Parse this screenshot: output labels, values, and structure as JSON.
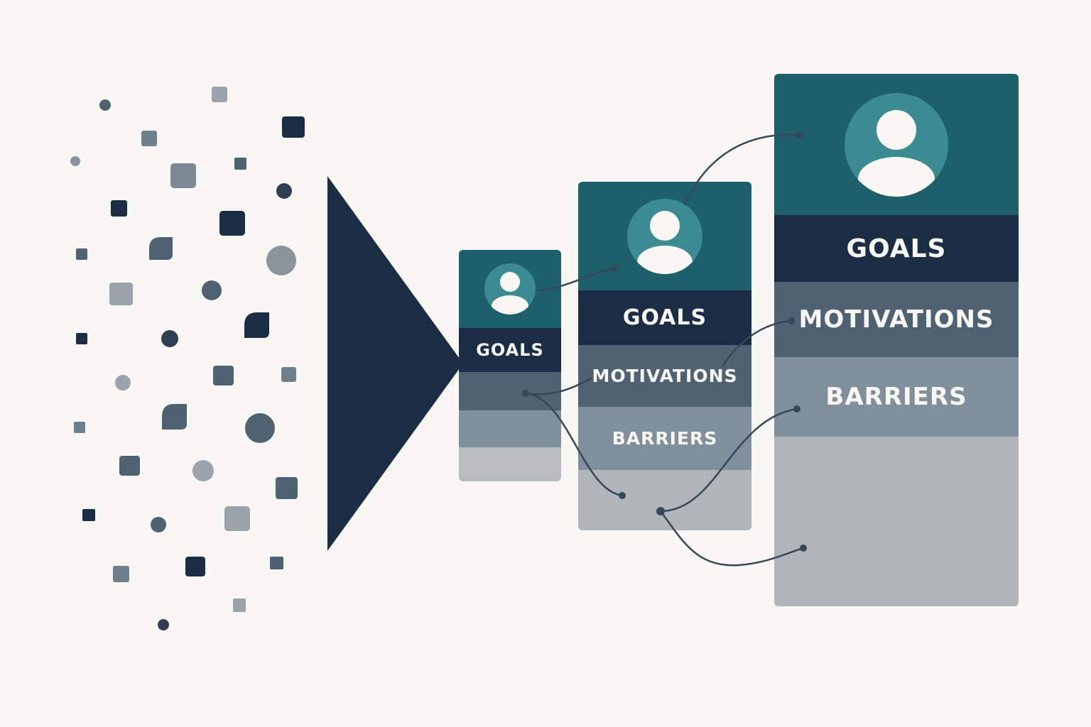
{
  "colors": {
    "background": "#f8f7f4",
    "navy": "#1b2c45",
    "teal": "#1d6069",
    "teal_light": "#3a8c91",
    "slate": "#4e6272",
    "grey": "#7f909c",
    "grey_light": "#b0b5b9"
  },
  "cards": [
    {
      "name": "persona-card-small",
      "icon": "user-avatar-icon",
      "goals": "GOALS",
      "motivations": "",
      "barriers": ""
    },
    {
      "name": "persona-card-medium",
      "icon": "user-avatar-icon",
      "goals": "GOALS",
      "motivations": "MOTIVATIONS",
      "barriers": "BARRIERS"
    },
    {
      "name": "persona-card-large",
      "icon": "user-avatar-icon",
      "goals": "GOALS",
      "motivations": "MOTIVATIONS",
      "barriers": "BARRIERS"
    }
  ]
}
